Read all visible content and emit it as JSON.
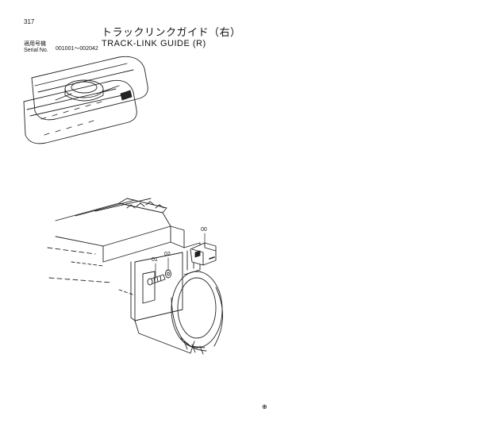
{
  "header": {
    "page_number": "317",
    "title_jp": "トラックリンクガイド（右）",
    "title_en": "TRACK-LINK GUIDE (R)",
    "serial_label_jp": "適用号機",
    "serial_label_en": "Serial No.",
    "serial_range": "001001～002042"
  },
  "callouts": {
    "part_00": "00",
    "part_01": "01",
    "part_02": "02"
  },
  "footer": {
    "mark": "⊕"
  }
}
